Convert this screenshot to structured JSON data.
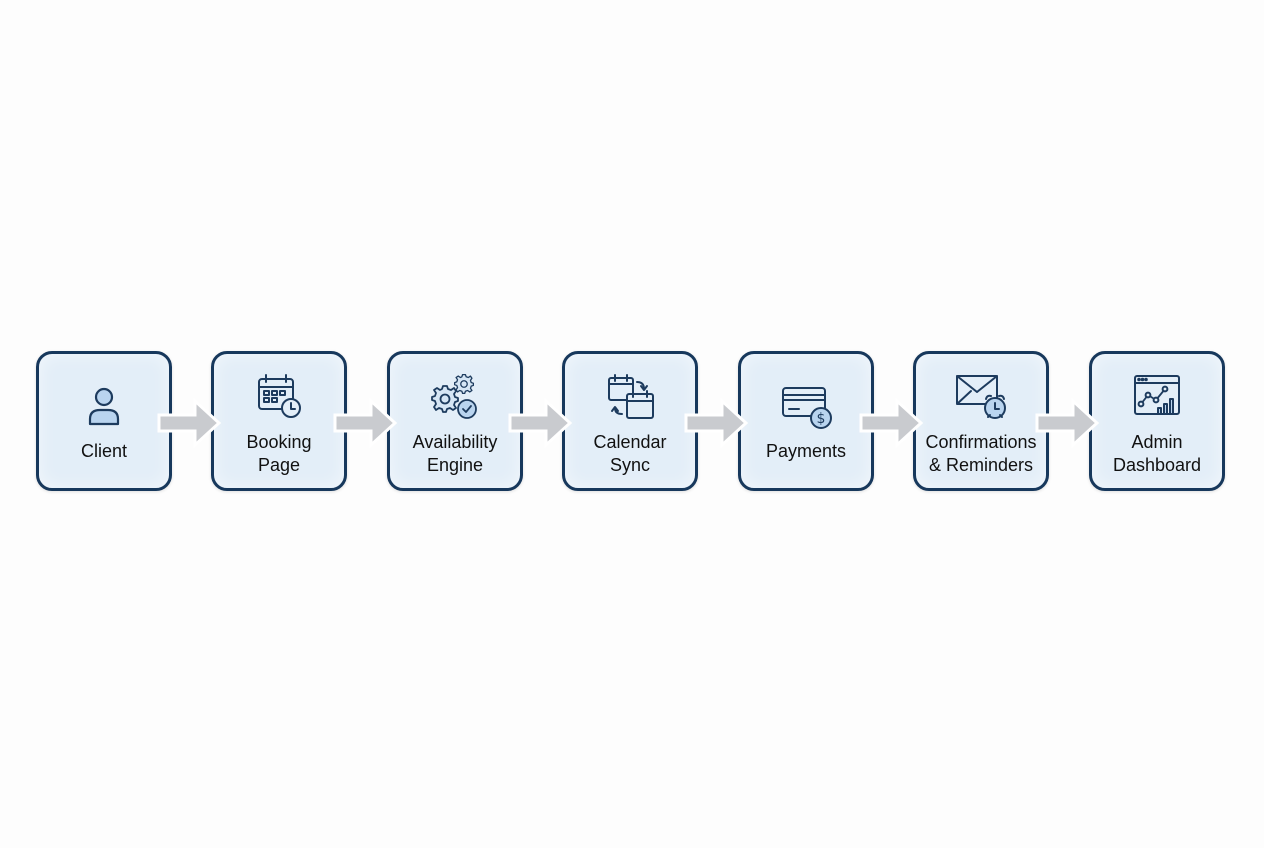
{
  "diagram": {
    "type": "linear-flow",
    "colors": {
      "node_fill": "#e3eef8",
      "node_border": "#17385c",
      "icon_stroke": "#1d3b5e",
      "icon_fill": "#b9d4ef",
      "arrow_fill": "#c9cbcf",
      "text": "#111111",
      "background": "#fdfdfd"
    },
    "nodes": [
      {
        "id": "client",
        "label_lines": [
          "Client"
        ],
        "icon": "user-icon"
      },
      {
        "id": "booking-page",
        "label_lines": [
          "Booking",
          "Page"
        ],
        "icon": "calendar-clock-icon"
      },
      {
        "id": "availability-engine",
        "label_lines": [
          "Availability",
          "Engine"
        ],
        "icon": "gears-check-icon"
      },
      {
        "id": "calendar-sync",
        "label_lines": [
          "Calendar",
          "Sync"
        ],
        "icon": "calendar-sync-icon"
      },
      {
        "id": "payments",
        "label_lines": [
          "Payments"
        ],
        "icon": "credit-card-dollar-icon"
      },
      {
        "id": "confirmations-reminders",
        "label_lines": [
          "Confirmations",
          "& Reminders"
        ],
        "icon": "envelope-alarm-icon"
      },
      {
        "id": "admin-dashboard",
        "label_lines": [
          "Admin",
          "Dashboard"
        ],
        "icon": "dashboard-chart-icon"
      }
    ],
    "edges": [
      {
        "from": "client",
        "to": "booking-page"
      },
      {
        "from": "booking-page",
        "to": "availability-engine"
      },
      {
        "from": "availability-engine",
        "to": "calendar-sync"
      },
      {
        "from": "calendar-sync",
        "to": "payments"
      },
      {
        "from": "payments",
        "to": "confirmations-reminders"
      },
      {
        "from": "confirmations-reminders",
        "to": "admin-dashboard"
      }
    ]
  }
}
